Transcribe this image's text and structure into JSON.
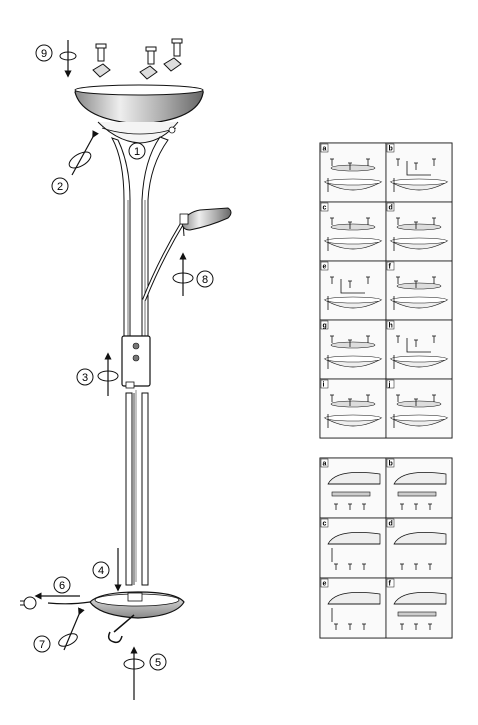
{
  "steps": {
    "s1": "1",
    "s2": "2",
    "s3": "3",
    "s4": "4",
    "s5": "5",
    "s6": "6",
    "s7": "7",
    "s8": "8",
    "s9": "9"
  },
  "panel_top": {
    "letters": [
      "a",
      "b",
      "c",
      "d",
      "e",
      "f",
      "g",
      "h",
      "i",
      "j"
    ]
  },
  "panel_bottom": {
    "letters": [
      "a",
      "b",
      "c",
      "d",
      "e",
      "f"
    ]
  },
  "colors": {
    "line": "#111111",
    "shade": "#bbbbbb",
    "panel_bg": "#f2f2f2"
  }
}
